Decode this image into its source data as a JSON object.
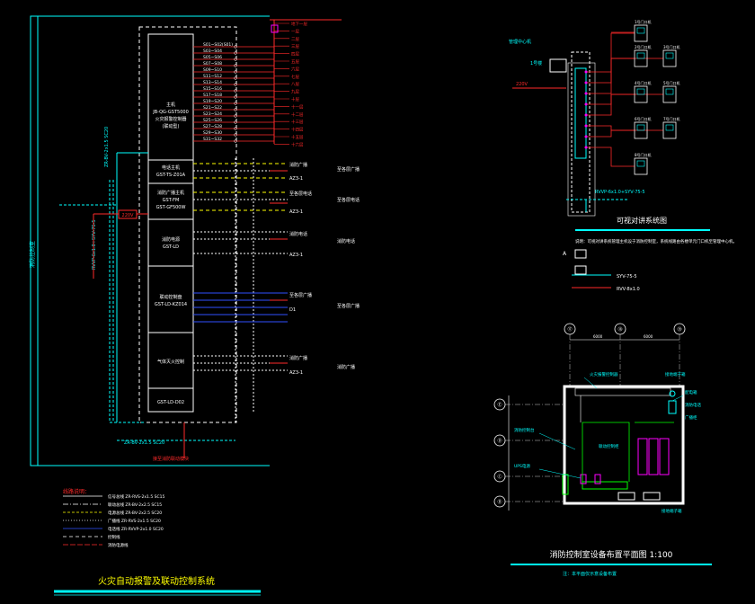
{
  "colors": {
    "background": "#000000",
    "cyan": "#00ffff",
    "red": "#ff2a2a",
    "white": "#ffffff",
    "yellow": "#ffff00",
    "green": "#00ff00",
    "blue": "#3050ff",
    "magenta": "#ff00ff"
  },
  "titles": {
    "main_system": "火灾自动报警及联动控制系统",
    "intercom": "可视对讲系统图",
    "floor_plan": "消防控制室设备布置平面图 1:100"
  },
  "main_panel": {
    "controller_label": "主机",
    "controller_model": "JB-QG-GST5000",
    "controller_sub": "火灾报警控制器",
    "controller_sub2": "(联动型)",
    "power_label": "消防电源",
    "power_model": "GST-LD-D02",
    "broadcast_label": "消防广播主机",
    "broadcast_model": "GST-GF500W",
    "broadcast_sub": "GST-FM",
    "phone_label": "电话主机",
    "phone_model": "GST-TS-Z01A",
    "linkage_label": "联动控制盘",
    "linkage_model": "GST-LD-KZ014",
    "gas_label": "气体灭火控制",
    "box_label": "GST-LD",
    "vertical_left": "消防控制室",
    "bottom_cable": "ZR-BV-2x1.5 SC20",
    "bottom_label": "接至消防联动模块"
  },
  "loop_labels": [
    "S01~S02(S01)",
    "S03~S04",
    "S05~S06",
    "S07~S08",
    "S09~S10",
    "S11~S12",
    "S13~S14",
    "S15~S16",
    "S17~S18",
    "S19~S20",
    "S21~S22",
    "S23~S24",
    "S25~S26",
    "S27~S28",
    "S29~S30",
    "S31~S32"
  ],
  "right_labels": [
    "地下一层",
    "一层",
    "二层",
    "三层",
    "四层",
    "五层",
    "六层",
    "七层",
    "八层",
    "九层",
    "十层",
    "十一层",
    "十二层",
    "十三层",
    "十四层",
    "十五层",
    "十六层"
  ],
  "broadcast_lines": [
    "消防广播",
    "至各层广播",
    "AZ3-1",
    "D1",
    "至各层电话",
    "消防电话"
  ],
  "legend": {
    "title": "线路说明：",
    "rows": [
      {
        "label": "信号总线 ZR-RVS-2x1.5 SC15",
        "note": "",
        "color": "#ffffff"
      },
      {
        "label": "联动总线 ZR-BV-2x2.5 SC15",
        "note": "",
        "color": "#ffffff"
      },
      {
        "label": "电源总线 ZR-BV-2x2.5 SC20",
        "note": "",
        "color": "#ffffff"
      },
      {
        "label": "广播线 ZR-RVS-2x1.5 SC20",
        "note": "",
        "color": "#ffffff"
      },
      {
        "label": "电话线 ZR-RVVP-2x1.0 SC20",
        "note": "",
        "color": "#ffffff"
      },
      {
        "label": "控制线",
        "note": "",
        "color": "#ffffff"
      },
      {
        "label": "消防电源线",
        "note": "",
        "color": "#ffffff"
      }
    ]
  },
  "intercom": {
    "top_unit": "1号楼",
    "host_label": "管理中心机",
    "power": "220V",
    "cable": "RVVP-6x1.0+SYV-75-5",
    "floor_labels": [
      "1号门口机",
      "2号门口机",
      "3号门口机",
      "4号门口机",
      "5号门口机",
      "6号门口机",
      "7号门口机",
      "8号门口机"
    ],
    "note": "说明：可视对讲系统管理主机设于消防控制室，系统线路由各楼单元门口机至管理中心机。",
    "legend_a": "A",
    "legend_b": "SYV-75-5",
    "legend_c": "RVV-8x1.0"
  },
  "floor_plan": {
    "axes_h": [
      "⑰",
      "⑱",
      "⑲"
    ],
    "dim": "6000",
    "axes_v": [
      "Ⓔ",
      "Ⓓ",
      "Ⓒ",
      "Ⓑ"
    ],
    "labels": [
      "消防控制台",
      "UPS电源",
      "火灾报警控制器",
      "联动控制柜",
      "广播柜",
      "接地端子箱",
      "配电箱",
      "消防电话"
    ],
    "subtitle": "注：本平面仅示意设备布置"
  }
}
